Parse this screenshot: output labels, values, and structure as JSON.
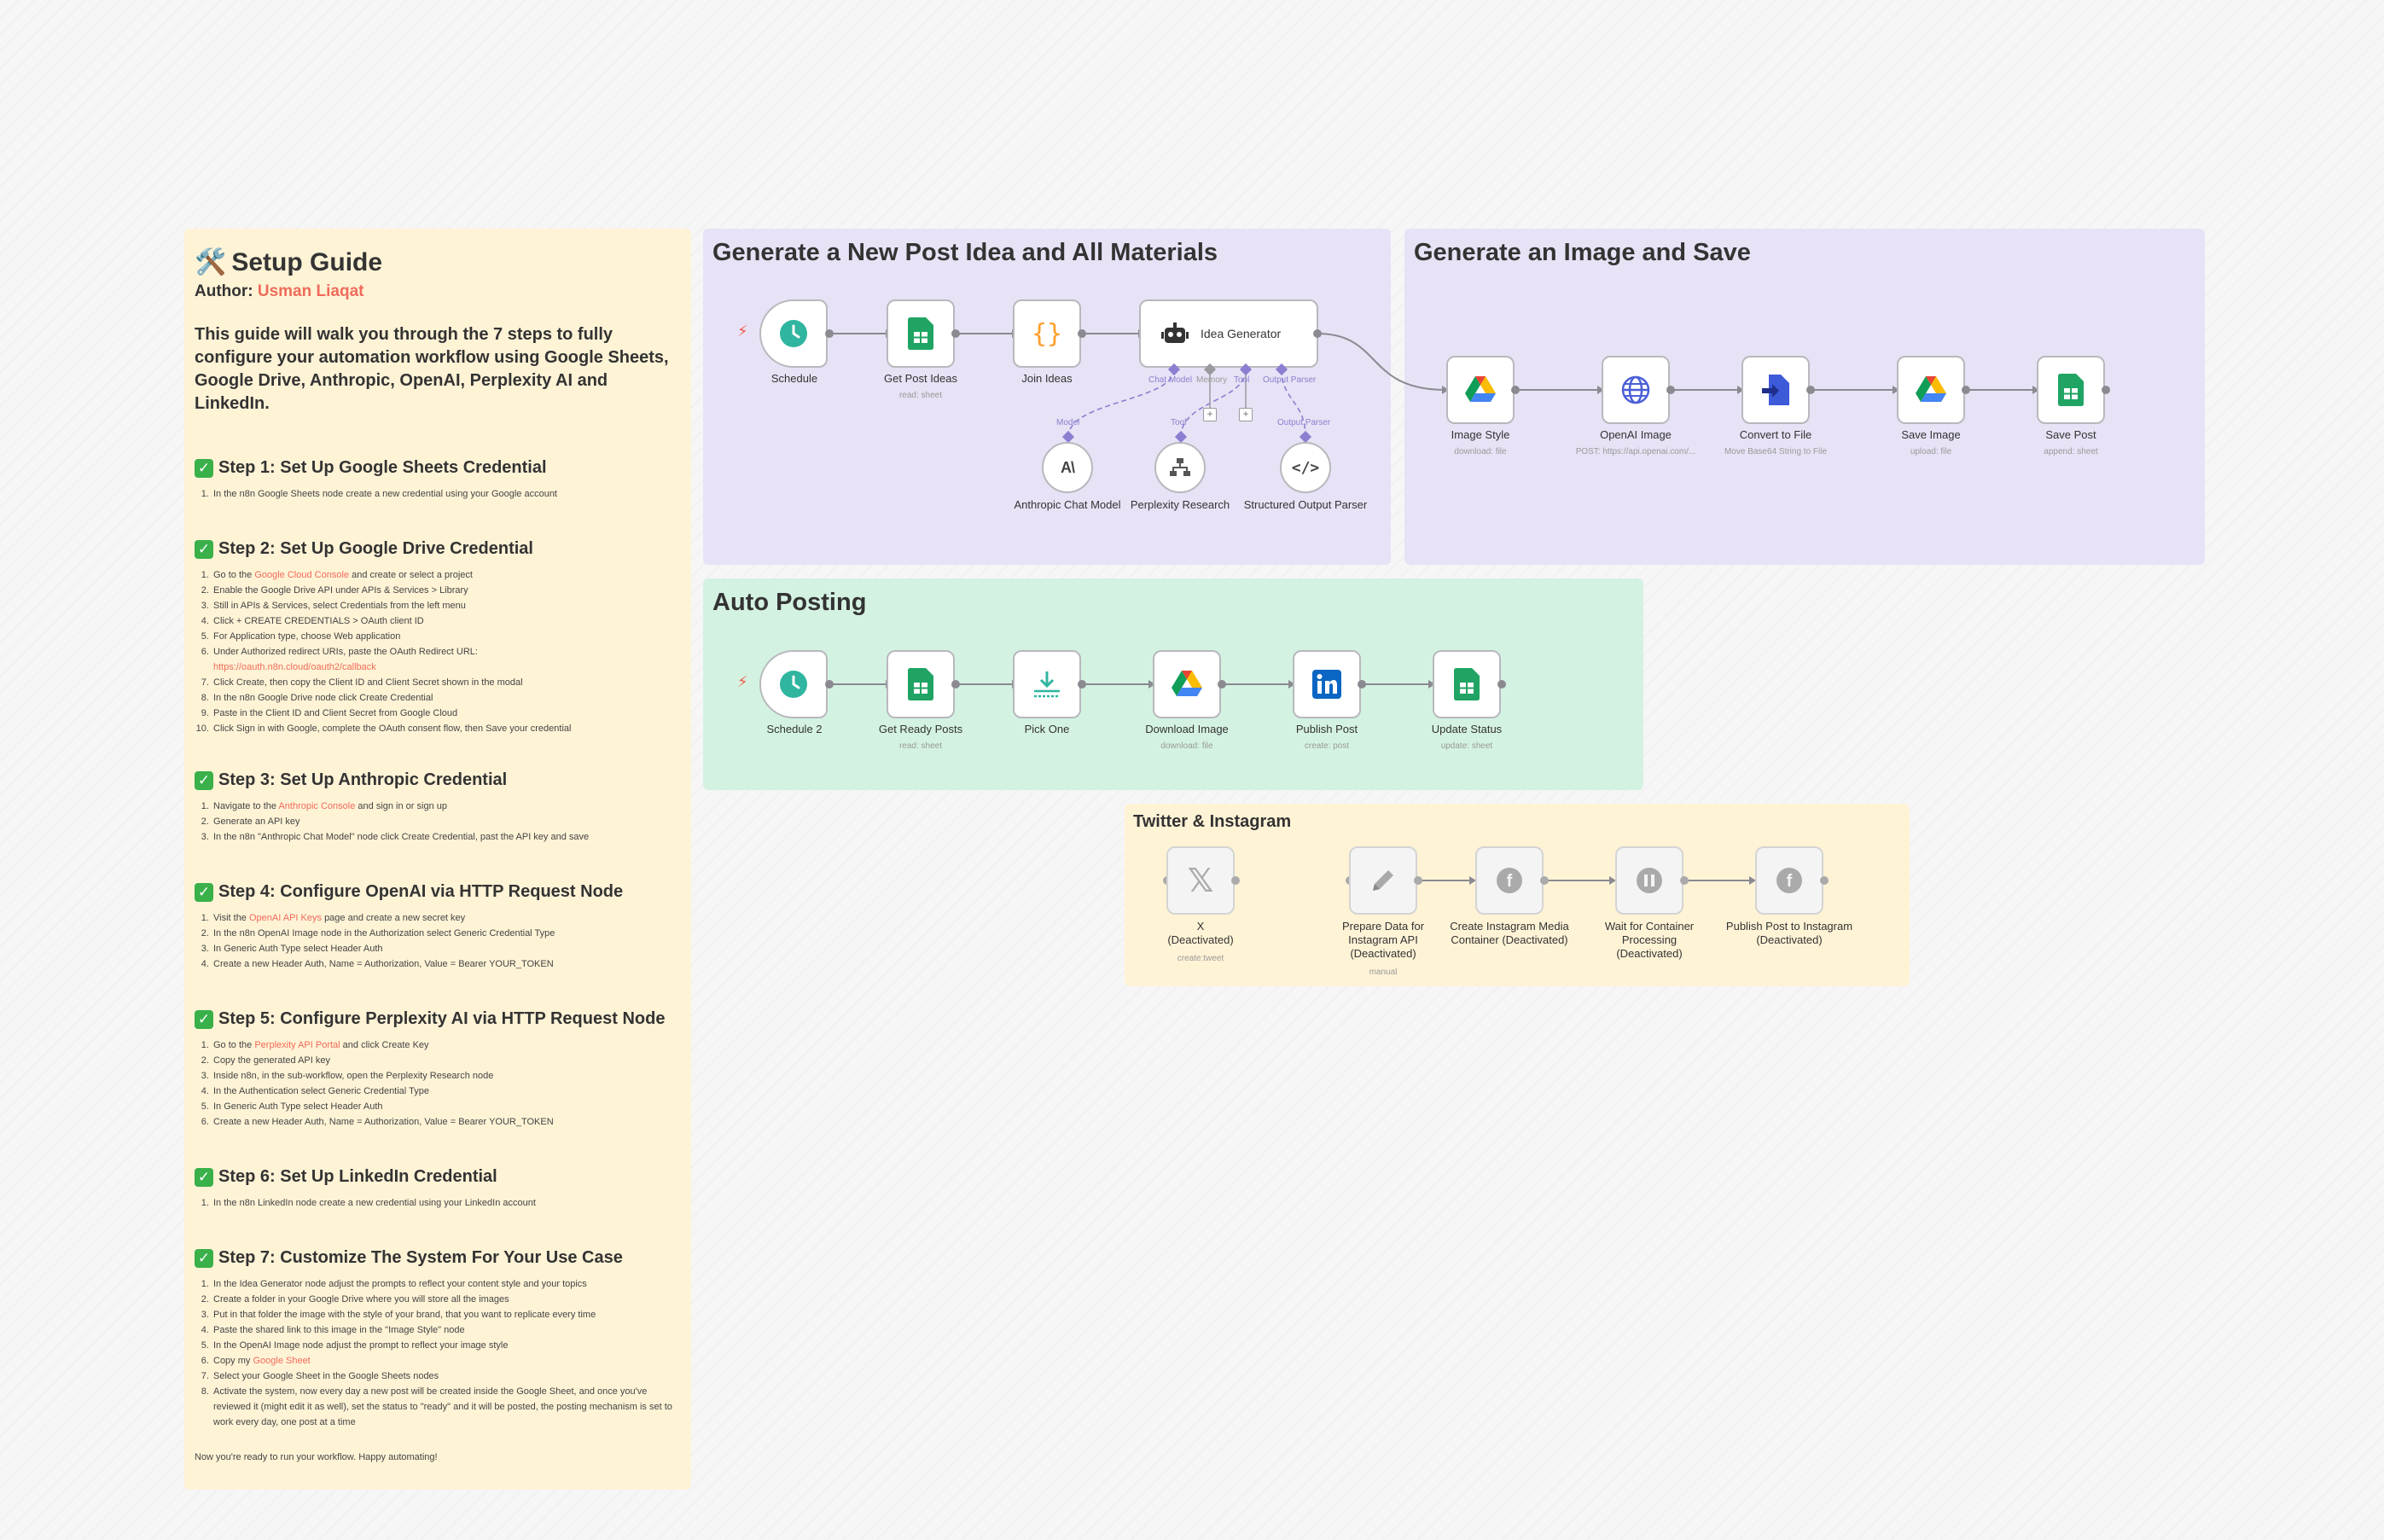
{
  "guide": {
    "title": "Setup Guide",
    "author_label": "Author:",
    "author_name": "Usman Liaqat",
    "intro": "This guide will walk you through the 7 steps to fully configure your automation workflow using Google Sheets, Google Drive, Anthropic, OpenAI, Perplexity AI and LinkedIn.",
    "steps": [
      {
        "title": "Step 1: Set Up Google Sheets Credential",
        "items": [
          "In the n8n Google Sheets node create a new credential using your Google account"
        ]
      },
      {
        "title": "Step 2: Set Up Google Drive Credential",
        "items": [
          "Go to the",
          "Enable the Google Drive API under APIs & Services > Library",
          "Still in APIs & Services, select Credentials from the left menu",
          "Click + CREATE CREDENTIALS > OAuth client ID",
          "For Application type, choose Web application",
          "Under Authorized redirect URIs, paste the OAuth Redirect URL:",
          "Click Create, then copy the Client ID and Client Secret shown in the modal",
          "In the n8n Google Drive node click Create Credential",
          "Paste in the Client ID and Client Secret from Google Cloud",
          "Click Sign in with Google, complete the OAuth consent flow, then Save your credential"
        ],
        "link1": "Google Cloud Console",
        "item1_rest": "and create or select a project",
        "redirect_url": "https://oauth.n8n.cloud/oauth2/callback"
      },
      {
        "title": "Step 3: Set Up Anthropic Credential",
        "items": [
          "Navigate to the",
          "Generate an API key",
          "In the n8n \"Anthropic Chat Model\" node click Create Credential, past the API key and save"
        ],
        "link1": "Anthropic Console",
        "item1_rest": "and sign in or sign up"
      },
      {
        "title": "Step 4: Configure OpenAI via HTTP Request Node",
        "items": [
          "Visit the",
          "In the n8n OpenAI Image node in the Authorization select Generic Credential Type",
          "In Generic Auth Type select Header Auth",
          "Create a new Header Auth, Name = Authorization, Value = Bearer YOUR_TOKEN"
        ],
        "link1": "OpenAI API Keys",
        "item1_rest": "page and create a new secret key"
      },
      {
        "title": "Step 5: Configure Perplexity AI via HTTP Request Node",
        "items": [
          "Go to the",
          "Copy the generated API key",
          "Inside n8n, in the sub-workflow, open the Perplexity Research node",
          "In the Authentication select Generic Credential Type",
          "In Generic Auth Type select Header Auth",
          "Create a new Header Auth, Name = Authorization, Value = Bearer YOUR_TOKEN"
        ],
        "link1": "Perplexity API Portal",
        "item1_rest": "and click Create Key"
      },
      {
        "title": "Step 6: Set Up LinkedIn Credential",
        "items": [
          "In the n8n LinkedIn node create a new credential using your LinkedIn account"
        ]
      },
      {
        "title": "Step 7: Customize The System For Your Use Case",
        "items": [
          "In the Idea Generator node adjust the prompts to reflect your content style and your topics",
          "Create a folder in your Google Drive where you will store all the images",
          "Put in that folder the image with the style of your brand, that you want to replicate every time",
          "Paste the shared link to this image in the \"Image Style\" node",
          "In the OpenAI Image node adjust the prompt to reflect your image style",
          "Copy my",
          "Select your Google Sheet in the Google Sheets nodes",
          "Activate the system, now every day a new post will be created inside the Google Sheet, and once you've reviewed it (might edit it as well), set the status to \"ready\" and it will be posted, the posting mechanism is set to work every day, one post at a time"
        ],
        "link6": "Google Sheet"
      }
    ],
    "outro": "Now you're ready to run your workflow. Happy automating!"
  },
  "section1": {
    "title": "Generate a New Post Idea and All Materials",
    "nodes": [
      {
        "label": "Schedule",
        "sub": ""
      },
      {
        "label": "Get Post Ideas",
        "sub": "read: sheet"
      },
      {
        "label": "Join Ideas",
        "sub": ""
      },
      {
        "label": "Idea Generator",
        "sub": ""
      },
      {
        "label": "Anthropic Chat Model",
        "sub": ""
      },
      {
        "label": "Perplexity Research",
        "sub": ""
      },
      {
        "label": "Structured Output Parser",
        "sub": ""
      }
    ],
    "port_labels": [
      "Chat Model",
      "Memory",
      "Tool",
      "Output Parser",
      "Model",
      "Tool",
      "Output Parser"
    ]
  },
  "section2": {
    "title": "Generate an Image and Save",
    "nodes": [
      {
        "label": "Image Style",
        "sub": "download: file"
      },
      {
        "label": "OpenAI Image",
        "sub": "POST: https://api.openai.com/..."
      },
      {
        "label": "Convert to File",
        "sub": "Move Base64 String to File"
      },
      {
        "label": "Save Image",
        "sub": "upload: file"
      },
      {
        "label": "Save Post",
        "sub": "append: sheet"
      }
    ]
  },
  "section3": {
    "title": "Auto Posting",
    "nodes": [
      {
        "label": "Schedule 2",
        "sub": ""
      },
      {
        "label": "Get Ready Posts",
        "sub": "read: sheet"
      },
      {
        "label": "Pick One",
        "sub": ""
      },
      {
        "label": "Download Image",
        "sub": "download: file"
      },
      {
        "label": "Publish Post",
        "sub": "create: post"
      },
      {
        "label": "Update Status",
        "sub": "update: sheet"
      }
    ]
  },
  "section4": {
    "title": "Twitter & Instagram",
    "nodes": [
      {
        "label": "X\n(Deactivated)",
        "sub": "create:tweet"
      },
      {
        "label": "Prepare Data for Instagram API (Deactivated)",
        "sub": "manual"
      },
      {
        "label": "Create Instagram Media Container (Deactivated)",
        "sub": ""
      },
      {
        "label": "Wait for Container Processing (Deactivated)",
        "sub": ""
      },
      {
        "label": "Publish Post to Instagram (Deactivated)",
        "sub": ""
      }
    ]
  },
  "colors": {
    "sticky_yellow": "#fff3d6",
    "sticky_purple": "#e7e2f5",
    "sticky_green": "#d4f2e2",
    "link": "#ef6b5a",
    "check": "#3ab04a",
    "schedule": "#2fb5a0",
    "sheets": "#1fa463",
    "openai_globe": "#4b5fd6",
    "linkedin": "#0a66c2"
  },
  "icons": [
    "tools-icon",
    "check-icon",
    "clock-icon",
    "google-sheets-icon",
    "braces-icon",
    "robot-icon",
    "anthropic-icon",
    "network-icon",
    "code-icon",
    "google-drive-icon",
    "globe-icon",
    "file-convert-icon",
    "download-tray-icon",
    "linkedin-icon",
    "x-icon",
    "pencil-icon",
    "instagram-icon",
    "pause-icon",
    "bolt-icon"
  ]
}
